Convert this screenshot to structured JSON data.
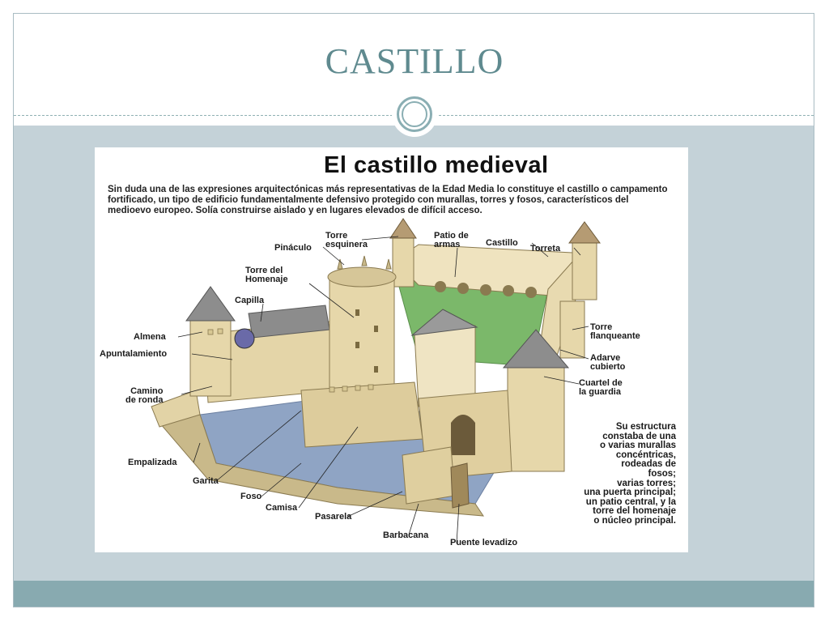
{
  "slide": {
    "title": "CASTILLO",
    "colors": {
      "accent": "#5f8a8f",
      "panel": "#c4d2d8",
      "footer": "#88aab0"
    }
  },
  "figure": {
    "title": "El castillo medieval",
    "intro": "Sin duda una de las expresiones arquitectónicas más representativas de la Edad Media lo constituye el castillo o campamento fortificado, un tipo de edificio fundamentalmente defensivo protegido con murallas, torres y fosos, característicos del medioevo europeo. Solía construirse aislado y en lugares elevados de difícil acceso.",
    "labels": {
      "torre_esquinera": [
        "Torre",
        "esquinera"
      ],
      "patio_de_armas": [
        "Patio de",
        "armas"
      ],
      "castillo": "Castillo",
      "torreta": "Torreta",
      "pinaculo": "Pináculo",
      "torre_homenaje": [
        "Torre del",
        "Homenaje"
      ],
      "capilla": "Capilla",
      "almena": "Almena",
      "apuntalamiento": "Apuntalamiento",
      "camino_de_ronda": [
        "Camino",
        "de ronda"
      ],
      "torre_flanqueante": [
        "Torre",
        "flanqueante"
      ],
      "adarve_cubierto": [
        "Adarve",
        "cubierto"
      ],
      "cuartel_guardia": [
        "Cuartel de",
        "la guardia"
      ],
      "empalizada": "Empalizada",
      "garita": "Garita",
      "foso": "Foso",
      "camisa": "Camisa",
      "pasarela": "Pasarela",
      "barbacana": "Barbacana",
      "puente_levadizo": "Puente levadizo"
    },
    "side_text": [
      "Su estructura",
      "constaba de una",
      "o varias murallas",
      "concéntricas,",
      "rodeadas de",
      "fosos;",
      "varias torres;",
      "una puerta principal;",
      "un patio central, y la",
      "torre del homenaje",
      "o núcleo principal."
    ]
  }
}
